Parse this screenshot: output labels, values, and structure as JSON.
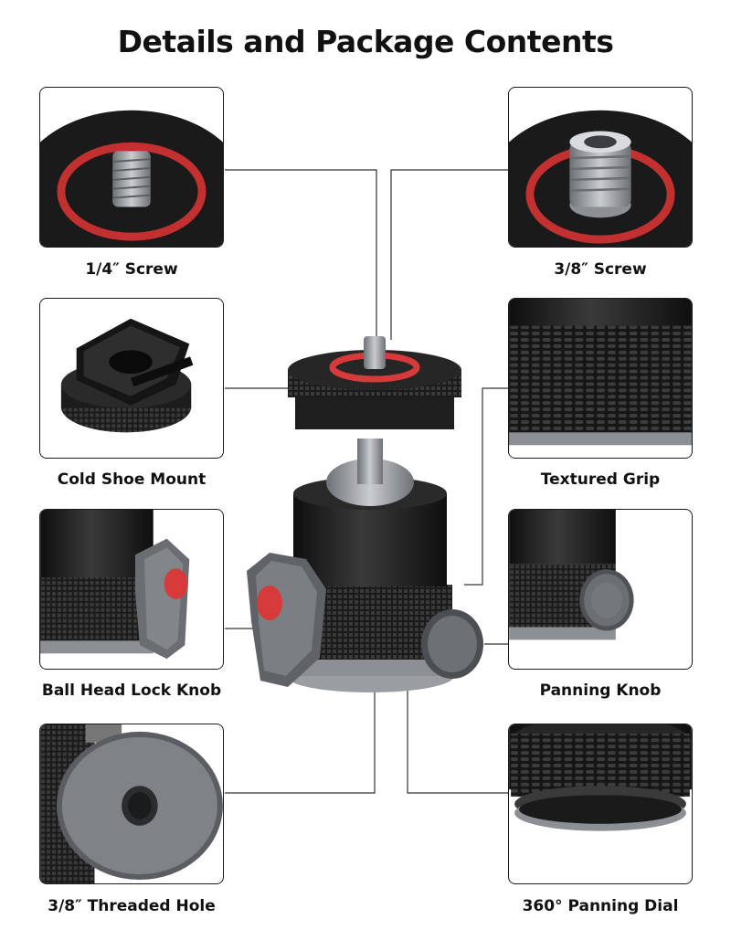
{
  "page": {
    "title": "Details and Package Contents"
  },
  "features": [
    {
      "label": "1/4″ Screw",
      "icon": "quarter-inch-screw-image"
    },
    {
      "label": "3/8″ Screw",
      "icon": "three-eighths-screw-image"
    },
    {
      "label": "Cold Shoe Mount",
      "icon": "cold-shoe-mount-image"
    },
    {
      "label": "Textured Grip",
      "icon": "textured-grip-image"
    },
    {
      "label": "Ball Head Lock Knob",
      "icon": "ball-head-lock-knob-image"
    },
    {
      "label": "Panning Knob",
      "icon": "panning-knob-image"
    },
    {
      "label": "3/8″ Threaded Hole",
      "icon": "threaded-hole-image"
    },
    {
      "label": "360° Panning Dial",
      "icon": "panning-dial-image"
    }
  ],
  "colors": {
    "accent_red": "#d63a3a",
    "body_black": "#1c1c1c",
    "metal_gray": "#8a8d91"
  }
}
